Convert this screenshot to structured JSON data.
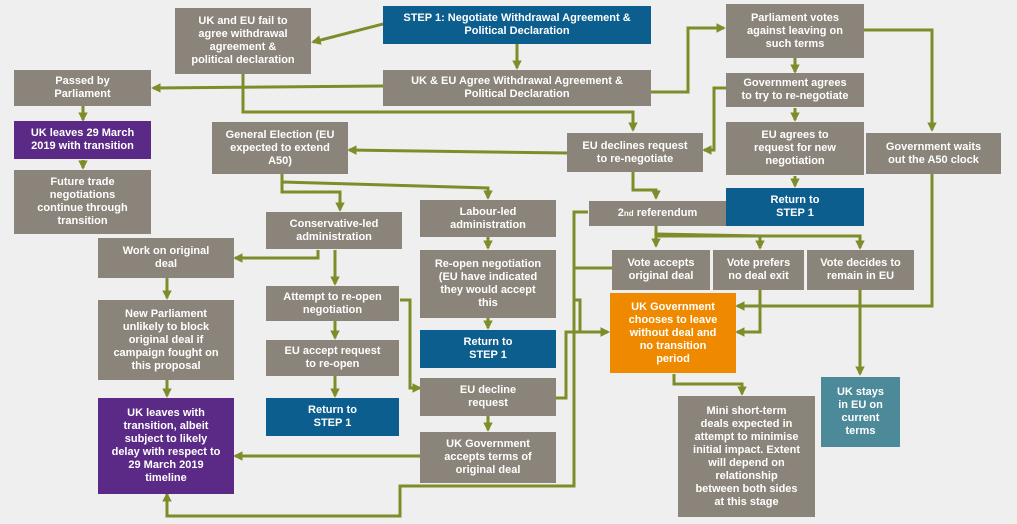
{
  "colors": {
    "background": "#efefef",
    "grey_box": "#8b847a",
    "blue_box": "#0b5e8e",
    "purple_box": "#5b2a86",
    "orange_box": "#ef8a00",
    "teal_box": "#4d8a99",
    "arrow": "#7f8c2a",
    "text": "#ffffff"
  },
  "nodes": {
    "step1": "STEP 1: Negotiate Withdrawal Agreement &\nPolitical Declaration",
    "fail": "UK and EU fail to\nagree withdrawal\nagreement &\npolitical declaration",
    "agree": "UK & EU Agree Withdrawal Agreement &\nPolitical Declaration",
    "parl_votes": "Parliament votes\nagainst leaving on\nsuch terms",
    "passed": "Passed by\nParliament",
    "uk_leaves_29": "UK leaves 29 March\n2019 with transition",
    "future_trade": "Future trade\nnegotiations\ncontinue through\ntransition",
    "gov_agrees": "Government agrees\nto try to re-negotiate",
    "general_election": "General Election (EU\nexpected to extend\nA50)",
    "eu_declines_reneg": "EU declines request\nto re-negotiate",
    "eu_agrees_reneg": "EU agrees to\nrequest for new\nnegotiation",
    "gov_waits": "Government waits\nout the A50 clock",
    "return_step1_a": "Return to\nSTEP 1",
    "second_ref_num": "2",
    "second_ref_sup": "nd",
    "second_ref_rest": " referendum",
    "con_admin": "Conservative-led\nadministration",
    "lab_admin": "Labour-led\nadministration",
    "work_original": "Work on original\ndeal",
    "vote_accepts": "Vote accepts\noriginal deal",
    "vote_prefers": "Vote prefers\nno deal exit",
    "vote_remain": "Vote decides to\nremain in EU",
    "attempt_reopen": "Attempt to re-open\nnegotiation",
    "reopen_labour": "Re-open negotiation\n(EU have indicated\nthey would accept\nthis",
    "new_parl": "New Parliament\nunlikely to block\noriginal deal if\ncampaign fought on\nthis proposal",
    "uk_gov_no_deal": "UK Government\nchooses to leave\nwithout deal and\nno transition\nperiod",
    "eu_accept_reopen": "EU accept request\nto re-open",
    "return_step1_b": "Return to\nSTEP 1",
    "return_step1_c": "Return to\nSTEP 1",
    "uk_stays": "UK stays\nin EU on\ncurrent\nterms",
    "uk_leaves_delay": "UK leaves with\ntransition, albeit\nsubject to likely\ndelay with respect to\n29 March 2019\ntimeline",
    "eu_decline": "EU decline\nrequest",
    "uk_gov_accepts": "UK Government\naccepts terms of\noriginal deal",
    "mini_deals": "Mini short-term\ndeals expected in\nattempt to minimise\ninitial impact. Extent\nwill depend on\nrelationship\nbetween both sides\nat this stage"
  }
}
